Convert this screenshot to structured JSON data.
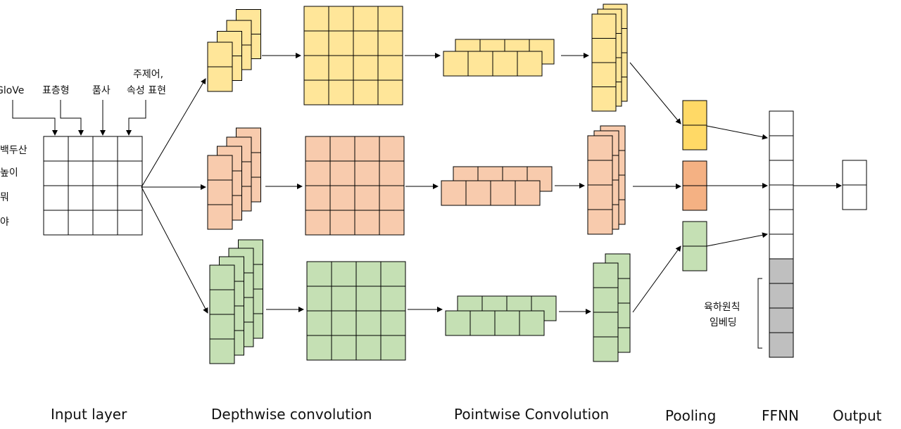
{
  "input": {
    "column_labels": [
      "GloVe",
      "표층형",
      "품사"
    ],
    "column_label_multi": [
      "주제어,",
      "속성 표현"
    ],
    "row_labels": [
      "백두산",
      "높이",
      "뭐",
      "야"
    ]
  },
  "side_label": [
    "육하원칙",
    "임베딩"
  ],
  "section_labels": {
    "input": "Input layer",
    "depthwise": "Depthwise convolution",
    "pointwise": "Pointwise Convolution",
    "pooling": "Pooling",
    "ffnn": "FFNN",
    "output": "Output"
  },
  "colors": {
    "yellow": "#FFE699",
    "salmon": "#F8CBAD",
    "green": "#C5E0B4",
    "pool_yellow": "#FFD966",
    "pool_salmon": "#F4B183",
    "pool_green": "#C5E0B4",
    "gray": "#BFBFBF",
    "stroke": "#000000"
  }
}
